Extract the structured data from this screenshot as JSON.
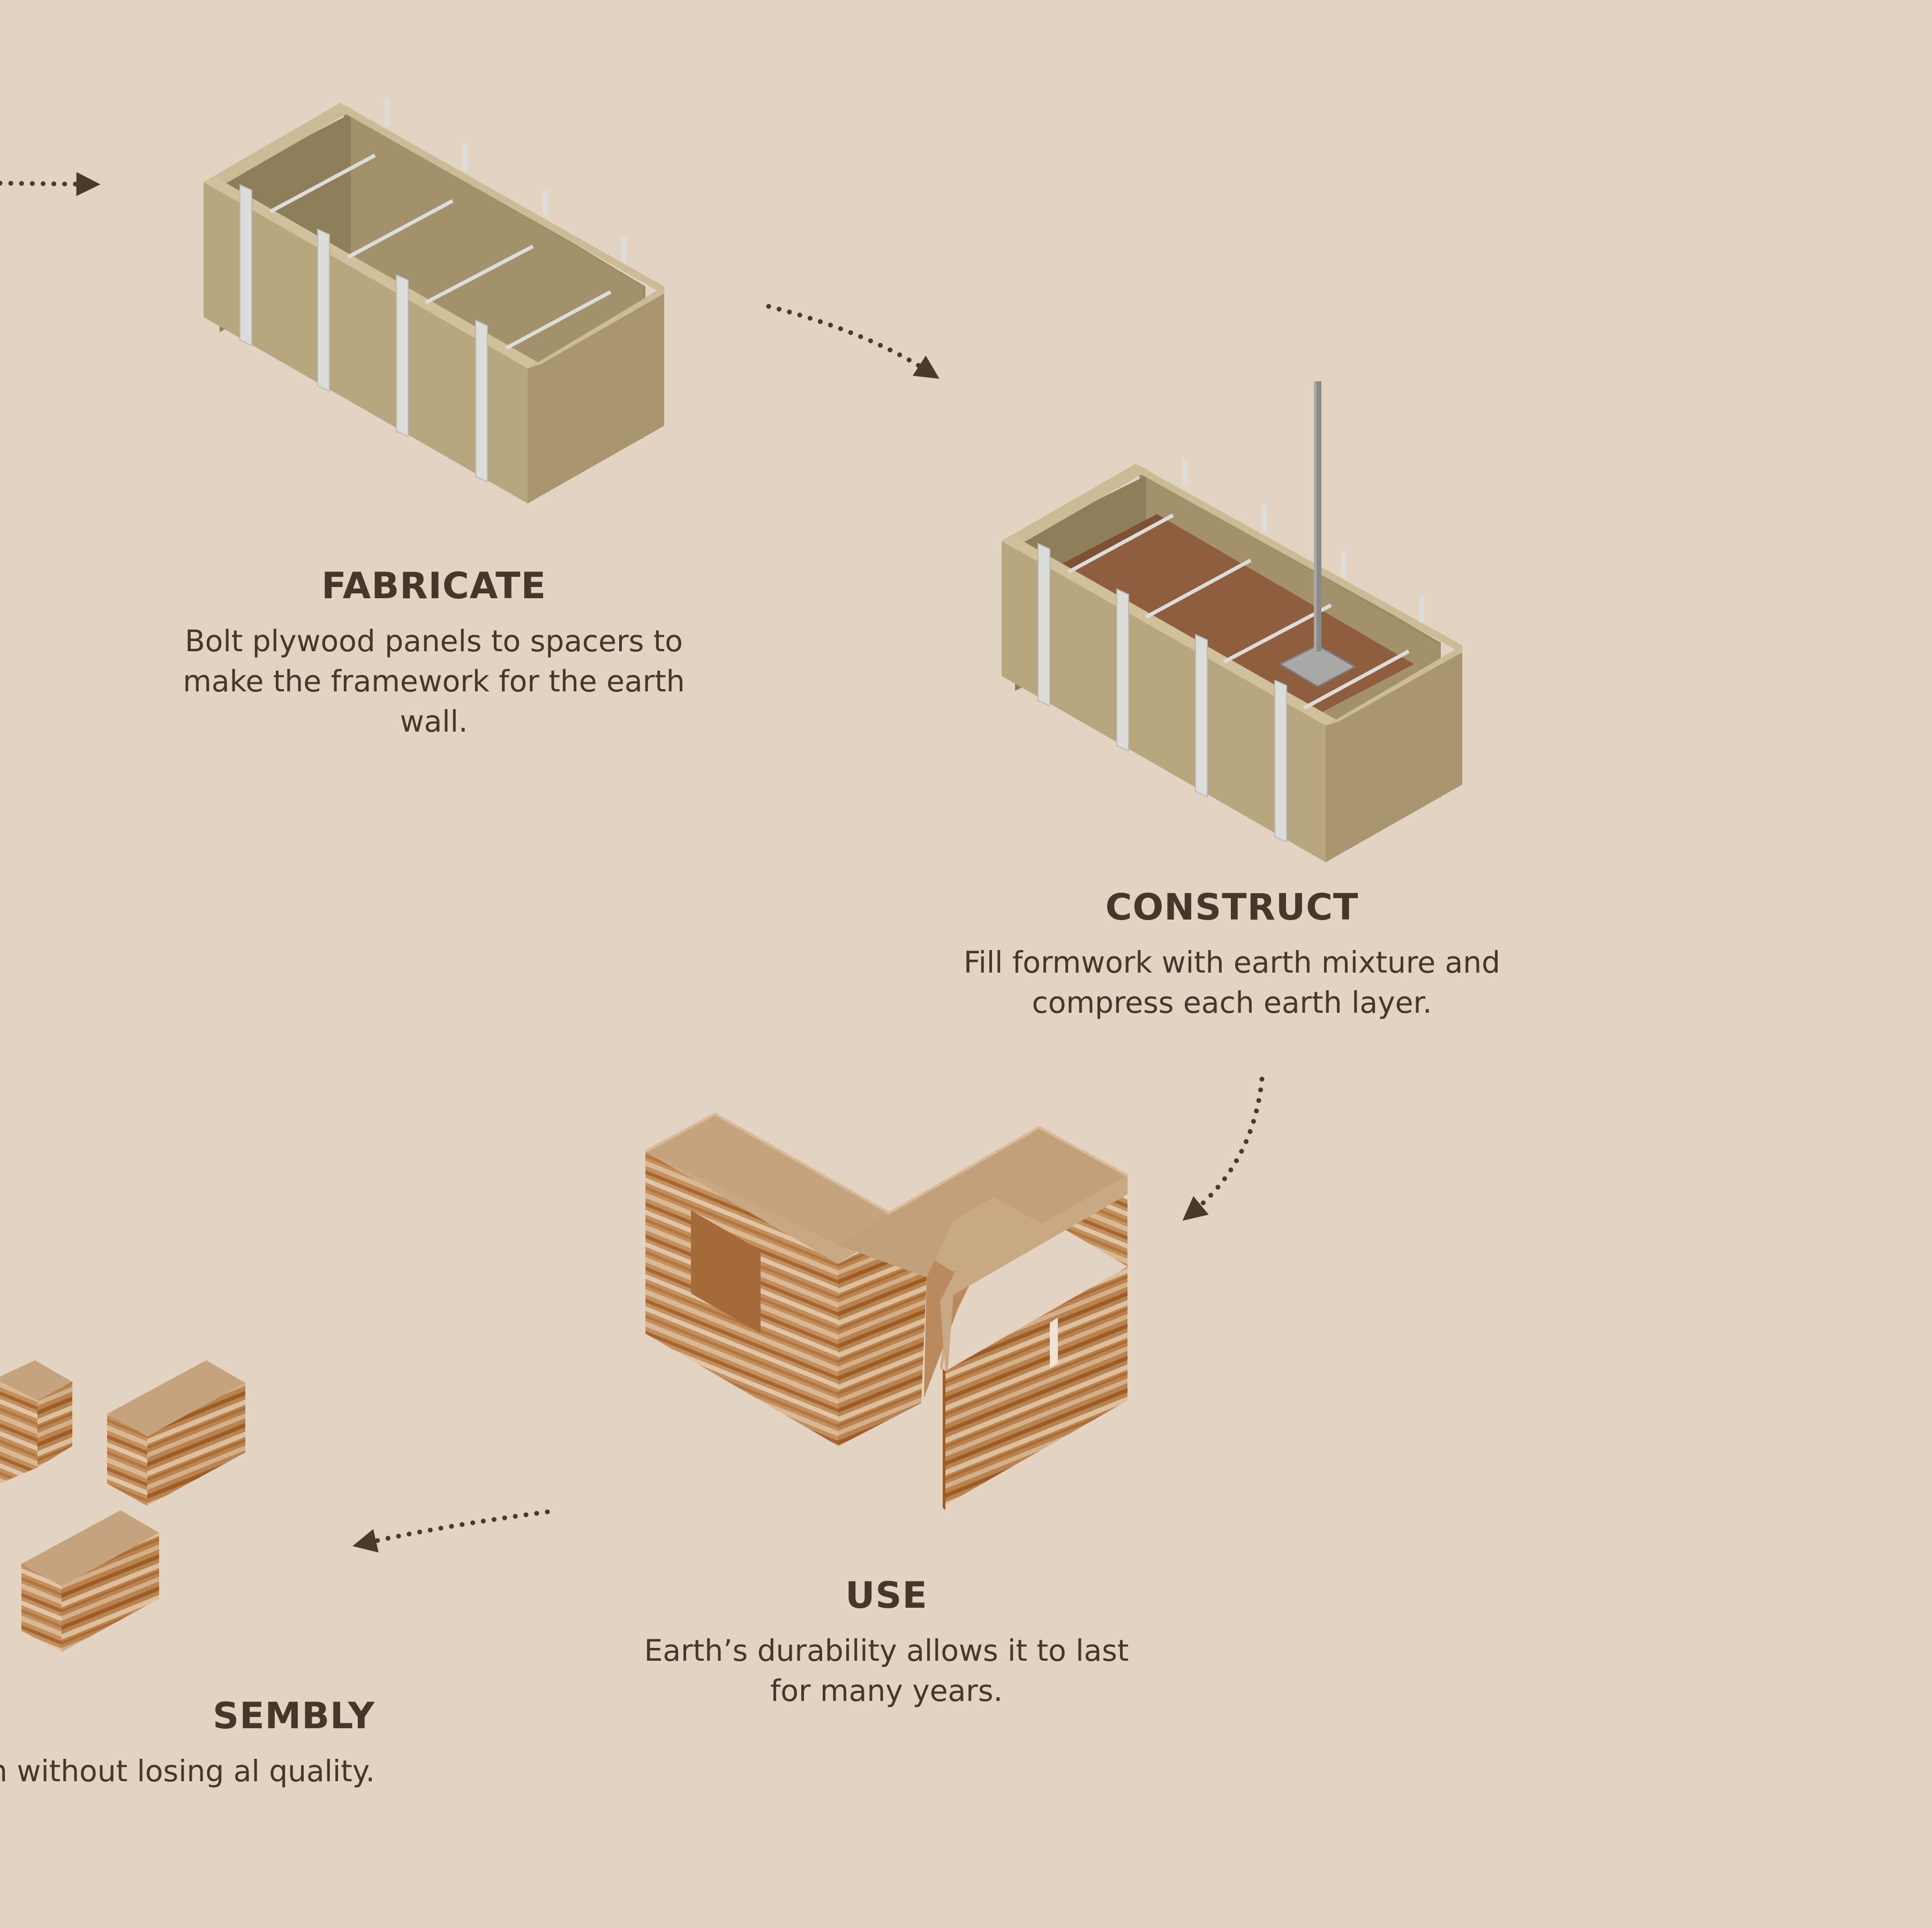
{
  "colors": {
    "background": "#e3d3c3",
    "text": "#45372a",
    "arrow": "#4a3a2c",
    "plywood_front": "#b8a67e",
    "plywood_side": "#a99670",
    "plywood_top": "#cbbb96",
    "plywood_inside": "#9c8b66",
    "spacer": "#d8d8d6",
    "earth_fill": "#8f5e3e",
    "earth_light": "#cfae8b",
    "earth_dark": "#a8642d",
    "tamper": "#7c7c7c"
  },
  "steps": {
    "fabricate": {
      "title": "FABRICATE",
      "description": "Bolt plywood panels to spacers to make the framework for the earth wall."
    },
    "construct": {
      "title": "CONSTRUCT",
      "description": "Fill formwork with earth mixture and compress each earth layer."
    },
    "use": {
      "title": "USE",
      "description": "Earth’s durability allows it to last for many years."
    },
    "reassembly": {
      "title": "SEMBLY",
      "description": "n without losing al quality."
    }
  },
  "icons": [
    "formwork-icon",
    "filled-formwork-icon",
    "tamper-icon",
    "rammed-earth-wall-icon",
    "earth-block-icon",
    "dotted-arrow-icon"
  ]
}
